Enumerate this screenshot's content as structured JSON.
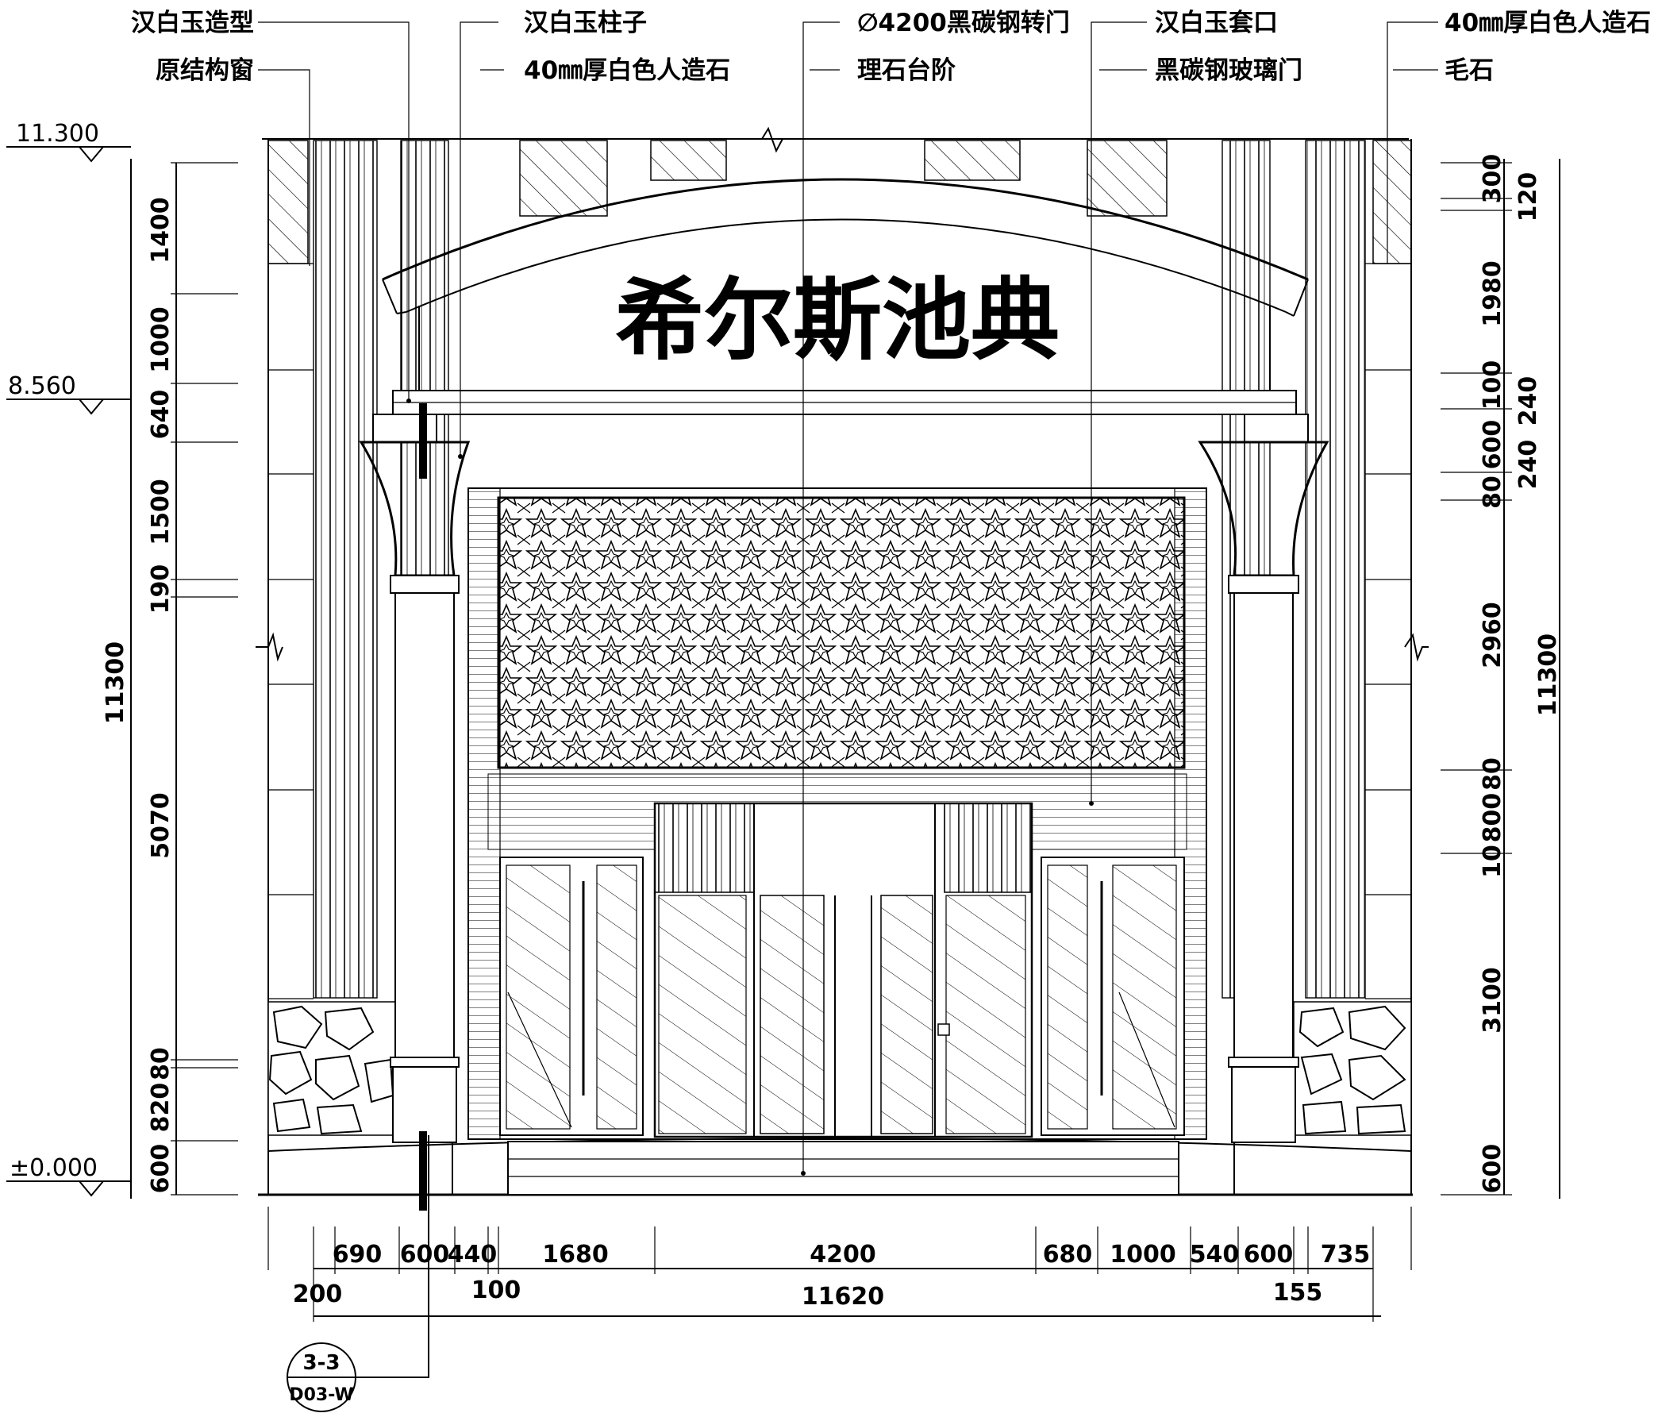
{
  "drawing": {
    "sign_text": "希尔斯池典",
    "callouts_top": [
      "汉白玉造型",
      "原结构窗",
      "汉白玉柱子",
      "40㎜厚白色人造石",
      "∅4200黑碳钢转门",
      "理石台阶",
      "汉白玉套口",
      "黑碳钢玻璃门",
      "40㎜厚白色人造石",
      "毛石"
    ],
    "elevation_marks": [
      "11.300",
      "8.560",
      "±0.000"
    ],
    "left_dims": [
      "1400",
      "1000",
      "640",
      "1500",
      "190",
      "5070",
      "80",
      "820",
      "600",
      "11300"
    ],
    "right_dims": [
      "300",
      "120",
      "1980",
      "100",
      "240",
      "600",
      "240",
      "80",
      "2960",
      "80",
      "800",
      "10",
      "3100",
      "600",
      "11300"
    ],
    "bottom_dims_row1": [
      "690",
      "600",
      "440",
      "1680",
      "4200",
      "680",
      "1000",
      "540",
      "600",
      "735"
    ],
    "bottom_dims_row2": [
      "200",
      "100",
      "11620",
      "155"
    ],
    "section_ref": {
      "number": "3-3",
      "sheet": "D03-W"
    }
  }
}
